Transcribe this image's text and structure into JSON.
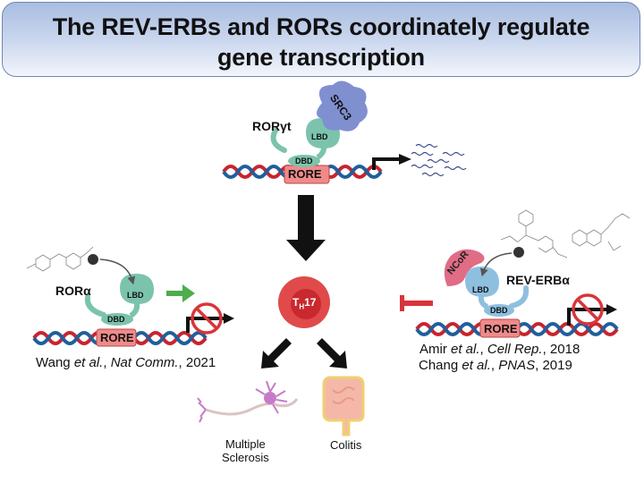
{
  "title": {
    "line1": "The REV-ERBs and RORs coordinately regulate",
    "line2": "gene transcription"
  },
  "top_panel": {
    "receptor": "RORγt",
    "coactivator": "SRC3",
    "lbd": "LBD",
    "dbd": "DBD",
    "element": "RORE",
    "outcome": "transcription-active"
  },
  "left_panel": {
    "receptor": "RORα",
    "lbd": "LBD",
    "dbd": "DBD",
    "element": "RORE",
    "outcome": "transcription-blocked",
    "citation": {
      "author": "Wang",
      "etal": "et al.",
      "journal": "Nat Comm.",
      "year": "2021"
    }
  },
  "right_panel": {
    "receptor": "REV-ERBα",
    "corepressor": "NCoR",
    "lbd": "LBD",
    "dbd": "DBD",
    "element": "RORE",
    "outcome": "transcription-blocked",
    "citations": [
      {
        "author": "Amir",
        "etal": "et al.",
        "journal": "Cell Rep.",
        "year": "2018"
      },
      {
        "author": "Chang",
        "etal": "et al.",
        "journal": "PNAS",
        "year": "2019"
      }
    ]
  },
  "center": {
    "cell": "TH17",
    "cell_main": "T",
    "cell_sub": "H",
    "cell_num": "17"
  },
  "diseases": {
    "ms_line1": "Multiple",
    "ms_line2": "Sclerosis",
    "colitis": "Colitis"
  },
  "colors": {
    "dna_red": "#c8242f",
    "dna_blue": "#1f5f9c",
    "rore": "#f08a8a",
    "ror_protein": "#7cc3ad",
    "reverb_protein": "#8fbfdf",
    "src3": "#7f8fd0",
    "ncor": "#e06c86",
    "th17": "#e04a4a",
    "activate_arrow": "#4cae4c",
    "inhibit": "#d9343a"
  }
}
